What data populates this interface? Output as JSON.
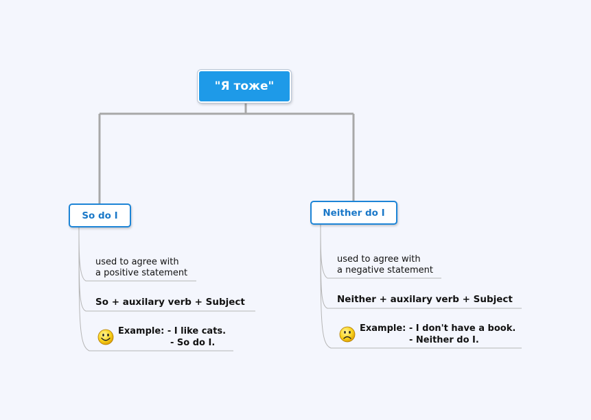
{
  "root": {
    "label": "\"Я тоже\""
  },
  "branches": [
    {
      "label": "So do I",
      "items": {
        "usage": [
          "used to agree with",
          "a positive statement"
        ],
        "formula": "So + auxilary verb + Subject",
        "example": [
          "Example: - I like cats.",
          "- So do I."
        ],
        "emoji": "smiley-happy-icon"
      }
    },
    {
      "label": "Neither do I",
      "items": {
        "usage": [
          "used to agree with",
          "a negative statement"
        ],
        "formula": "Neither + auxilary verb + Subject",
        "example": [
          "Example: - I don't have a book.",
          "- Neither do I."
        ],
        "emoji": "smiley-sad-icon"
      }
    }
  ],
  "colors": {
    "root_fill": "#1e9ae8",
    "node_border": "#1c84d6",
    "connector": "#a8a8a8"
  }
}
